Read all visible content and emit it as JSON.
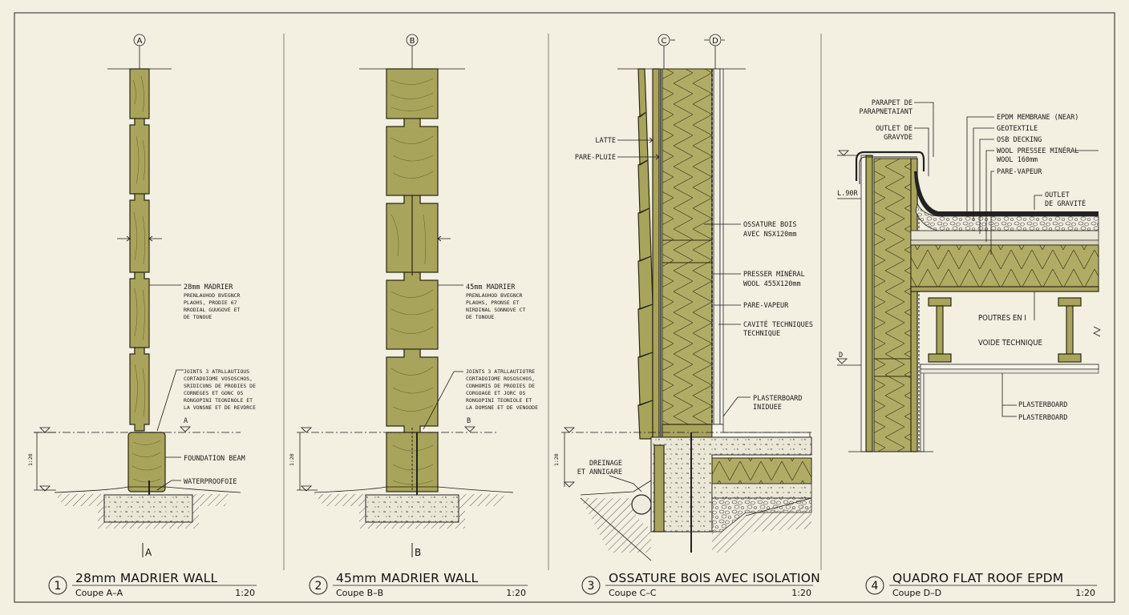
{
  "details": [
    {
      "number": "1",
      "title": "28mm MADRIER WALL",
      "subtitle": "Coupe A–A",
      "scale": "1:20",
      "axis_tag": "A",
      "cut_label": "A",
      "level_scale": "1:20",
      "notes": {
        "madrier_title": "28mm MADRIER",
        "madrier_body": [
          "PRENLAUHOD BVEGNCR",
          "PLAOHS, PRODIE 67",
          "RRODIAL GUUGOVE ET",
          "DE TONOUE"
        ],
        "joints_body": [
          "JOINTS 3 ATRLLAUTIOUS",
          "CORTADOIOME VOSOSCHOS,",
          "SRIDICUNS DE PRODIES DE",
          "CORNEGES ET GONC OS",
          "RONGOPINI TEONINOLE ET",
          "LA VONSNE ET DE REVDRCE"
        ],
        "foundation": "FOUNDATION BEAM",
        "waterproof": "WATERPROOFOIE"
      }
    },
    {
      "number": "2",
      "title": "45mm MADRIER WALL",
      "subtitle": "Coupe B–B",
      "scale": "1:20",
      "axis_tag": "B",
      "cut_label": "B",
      "level_scale": "1:20",
      "notes": {
        "madrier_title": "45mm MADRIER",
        "madrier_body": [
          "PRENLAUHOD BVEGNCR",
          "PLAOHS, PRONSE ET",
          "NIRDINAL SONNOVE CT",
          "DE TONOUE"
        ],
        "joints_body": [
          "JOINTS 3 ATRLLAUTIOTRE",
          "CORTADOIOME ROSOSCHOS,",
          "CONHOMIS DE PRODIES DE",
          "CORGOAGE ET JORC OS",
          "RONGOPINI TEONIOLE ET",
          "LA DOMSNE ET DE VENOODE"
        ]
      }
    },
    {
      "number": "3",
      "title": "OSSATURE BOIS AVEC ISOLATION",
      "subtitle": "Coupe C–C",
      "scale": "1:20",
      "axis_tags": [
        "C",
        "D"
      ],
      "level_scale": "1:20",
      "notes": {
        "latte": "LATTE",
        "pare_pluie": "PARE-PLUIE",
        "ossature_1": "OSSATURE BOIS",
        "ossature_2": "AVEC NSX120mm",
        "presser_1": "PRESSER MINÉRAL",
        "presser_2": "WOOL 455X120mm",
        "pare_vapeur": "PARE-VAPEUR",
        "cavite_1": "CAVITÉ TECHNIQUES",
        "cavite_2": "TECHNIQUE",
        "plasterboard_1": "PLASTERBOARD",
        "plasterboard_2": "INIDUEE",
        "drainage_1": "DREINAGE",
        "drainage_2": "ET ANNIGARE"
      }
    },
    {
      "number": "4",
      "title": "QUADRO FLAT ROOF EPDM",
      "subtitle": "Coupe D–D",
      "scale": "1:20",
      "level_marks": [
        "L.90R",
        "D"
      ],
      "notes": {
        "parapet_1": "PARAPET DE",
        "parapet_2": "PARAPNETAIANT",
        "outlet_1": "OUTLET DE",
        "outlet_2": "GRAVYDE",
        "epdm": "EPDM MEMBRANE (NEAR)",
        "geotextile": "GEOTEXTILE",
        "osb": "OSB DECKING",
        "wool_1": "WOOL PRESSEE MINÉRAL",
        "wool_2": "WOOL 160mm",
        "pare_vapeur": "PARE-VAPEUR",
        "outlet_grav_1": "OUTLET",
        "outlet_grav_2": "DE GRAVITÉ",
        "poutres": "POUTRES EN I",
        "voide": "VOIDE TECHNIQUE",
        "plasterboard_a": "PLASTERBOARD",
        "plasterboard_b": "PLASTERBOARD"
      }
    }
  ]
}
